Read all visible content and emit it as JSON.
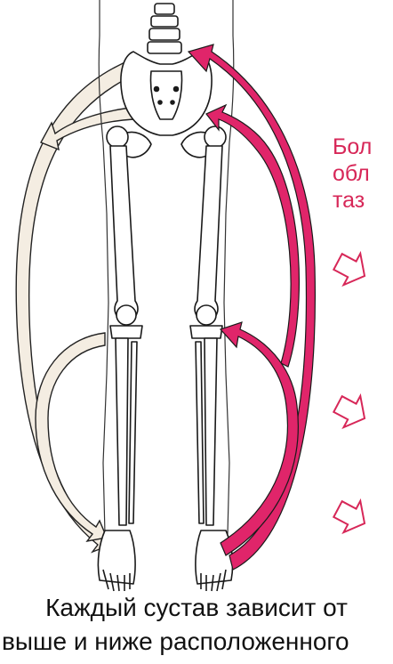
{
  "side_label": {
    "lines": [
      "Бол",
      "обл",
      "таз"
    ]
  },
  "caption": {
    "line1": "Каждый сустав зависит от",
    "line2": "выше и ниже расположенного"
  },
  "colors": {
    "arrow_pink": "#e0256a",
    "arrow_cream": "#f4ede2",
    "outline": "#1a1a1a",
    "label_red": "#d72758"
  }
}
